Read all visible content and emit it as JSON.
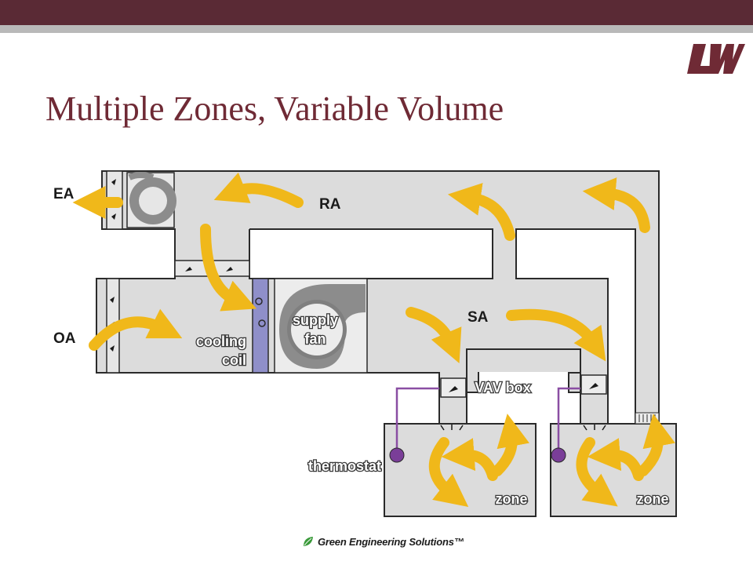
{
  "slide": {
    "title": "Multiple Zones, Variable Volume",
    "footer_text": "Green Engineering Solutions™"
  },
  "logo": {
    "icon": "lw-logo-icon",
    "color": "#6f2a35"
  },
  "colors": {
    "header_bar": "#5a2a35",
    "header_strip": "#b9b9b9",
    "title": "#6f2a35",
    "duct_fill": "#dcdcdc",
    "duct_stroke": "#2a2a2a",
    "airflow_arrow": "#f0b81a",
    "cooling_coil": "#8f8fc9",
    "thermostat_wire": "#8a4ea3",
    "thermostat_dot": "#7a3e98"
  },
  "diagram": {
    "labels": {
      "ea": "EA",
      "ra": "RA",
      "oa": "OA",
      "sa": "SA",
      "cooling_coil_line1": "cooling",
      "cooling_coil_line2": "coil",
      "supply_fan_line1": "supply",
      "supply_fan_line2": "fan",
      "vav_box": "VAV box",
      "thermostat": "thermostat",
      "zone_1": "zone",
      "zone_2": "zone"
    }
  }
}
